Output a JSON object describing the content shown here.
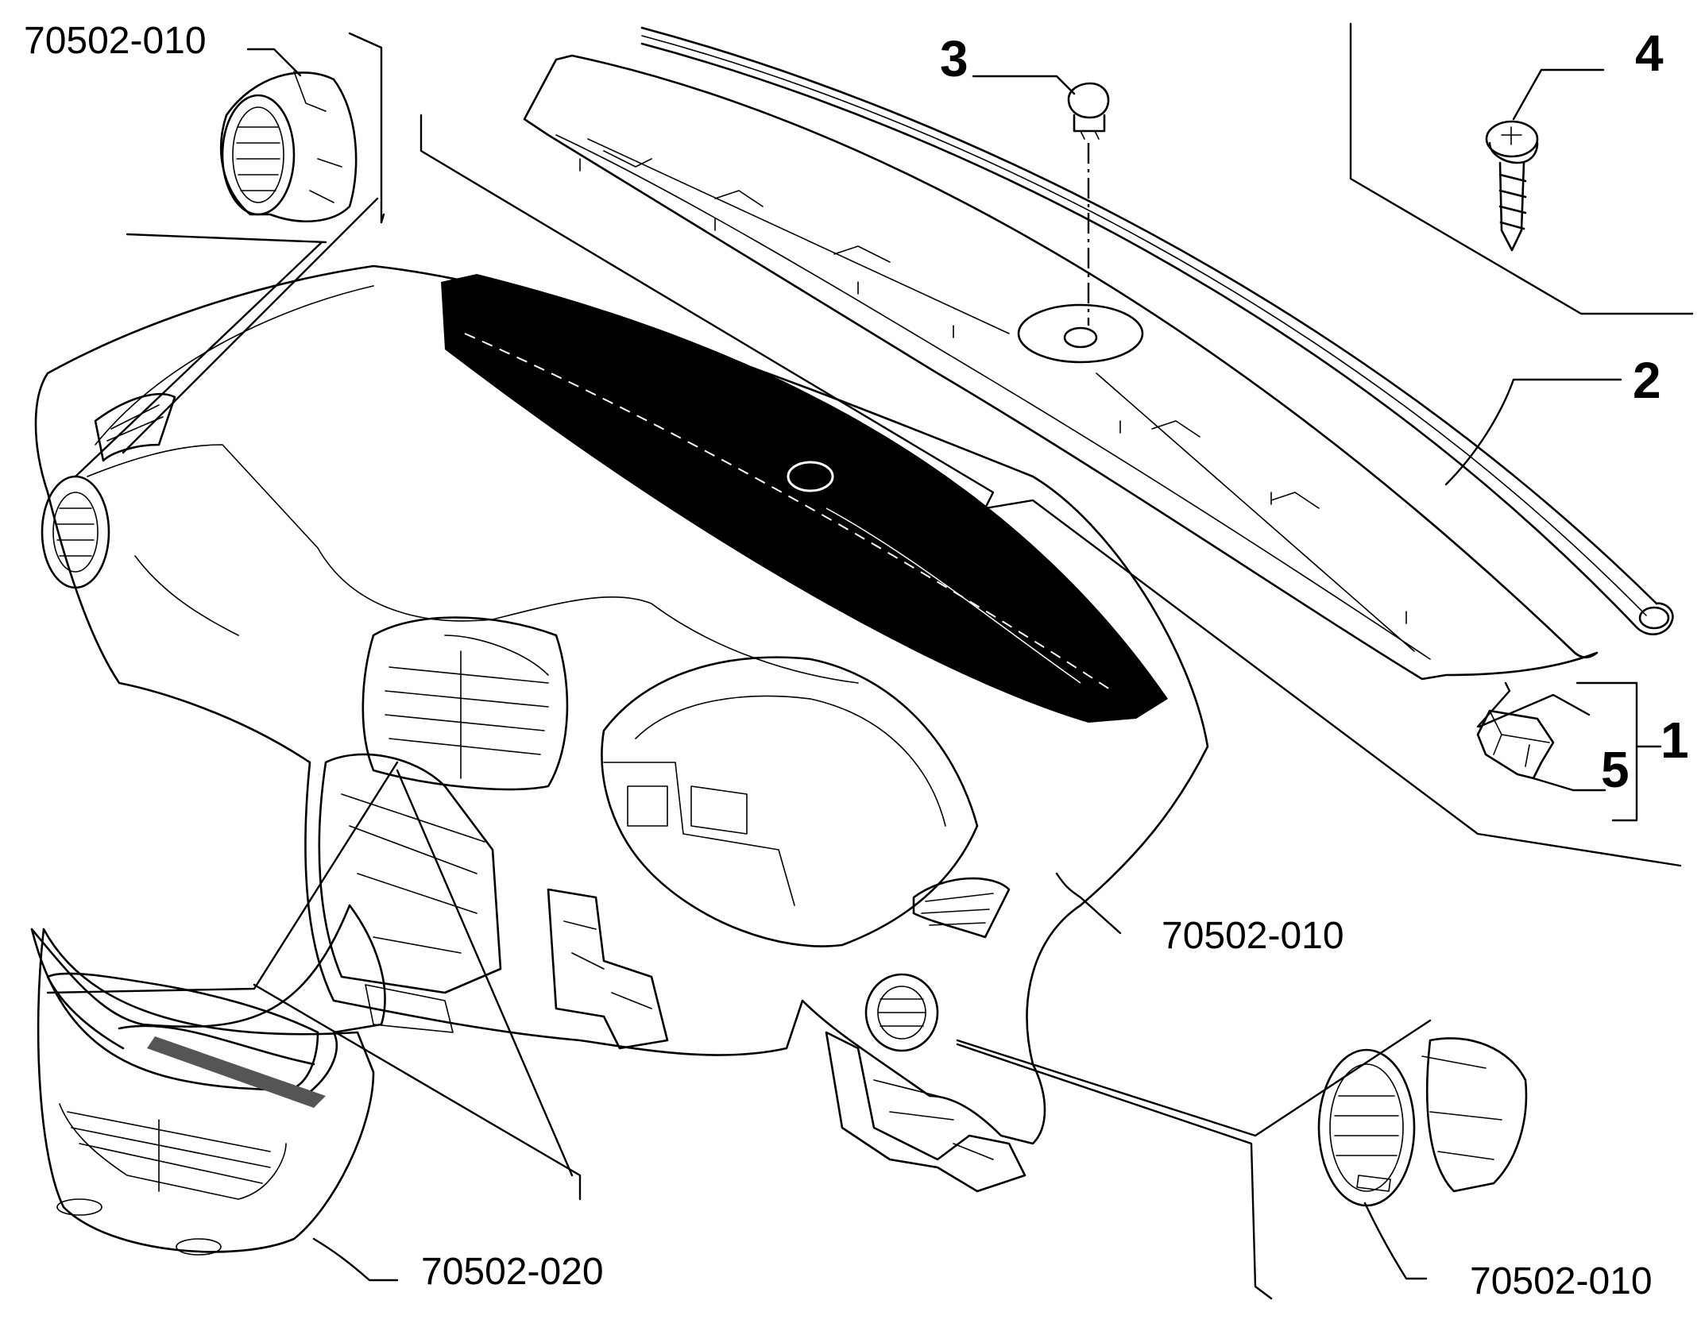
{
  "labels": {
    "ref_vent_top_left": "70502-010",
    "ref_dash_side": "70502-010",
    "ref_vent_bottom_right": "70502-010",
    "ref_center_vent": "70502-020",
    "part_1": "1",
    "part_2": "2",
    "part_3": "3",
    "part_4": "4",
    "part_5": "5"
  },
  "colors": {
    "line": "#000000",
    "background": "#ffffff",
    "panel_fill": "#000000",
    "grille_fill": "#555555"
  }
}
